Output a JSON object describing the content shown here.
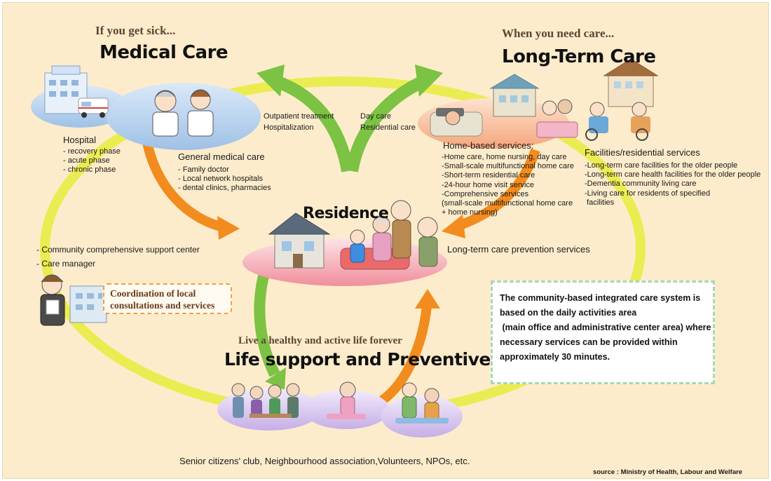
{
  "medical": {
    "subtitle": "If you get sick...",
    "title": "Medical Care",
    "hospital_title": "Hospital",
    "hospital_items": [
      "- recovery phase",
      "- acute phase",
      "- chronic phase"
    ],
    "general_title": "General medical care",
    "general_items": [
      "- Family doctor",
      "- Local network hospitals",
      "- dental clinics, pharmacies"
    ]
  },
  "longterm": {
    "subtitle": "When you need care...",
    "title": "Long-Term Care",
    "home_title": "Home-based services:",
    "home_items": [
      "-Home care, home nursing, day care",
      "-Small-scale multifunctional home care",
      "-Short-term residential care",
      "-24-hour home visit service",
      "-Comprehensive services",
      "(small-scale multifunctional home care",
      "+ home nursing)"
    ],
    "facilities_title": "Facilities/residential services",
    "facilities_items": [
      "-Long-term care facilities for the older people",
      "-Long-term care health facilities for the older people",
      "-Dementia community living care",
      "-Living care for residents of specified",
      " facilities"
    ]
  },
  "arrows": {
    "left_top": "Outpatient treatment",
    "left_bottom": "Hospitalization",
    "right_top": "Day care",
    "right_bottom": "Residential care"
  },
  "residence": {
    "title": "Residence",
    "prevention": "Long-term care prevention services"
  },
  "support": {
    "items": [
      "- Community comprehensive  support center",
      "- Care manager"
    ],
    "coordination_line1": "Coordination of local",
    "coordination_line2": "consultations and services"
  },
  "life": {
    "subtitle": "Live a healthy and active life forever",
    "title": "Life support and Preventive care",
    "footer": "Senior citizens' club, Neighbourhood association,Volunteers, NPOs, etc."
  },
  "info_box": {
    "lines": [
      "The community-based integrated care system is",
      "based on the daily activities area",
      " (main office and administrative center area) where",
      "necessary services can be provided within",
      "approximately 30 minutes."
    ]
  },
  "source": "source : Ministry of Health, Labour and Welfare",
  "colors": {
    "background": "#fdeccb",
    "ring": "#e8ec3c",
    "arrow_green": "#7cc243",
    "arrow_orange": "#f28c1e",
    "medical_ellipse": "#b9d3ee",
    "longterm_ellipse": "#f9c4a0",
    "residence_ellipse": "#f6a8b0",
    "life_ellipse": "#d9c8ee"
  }
}
